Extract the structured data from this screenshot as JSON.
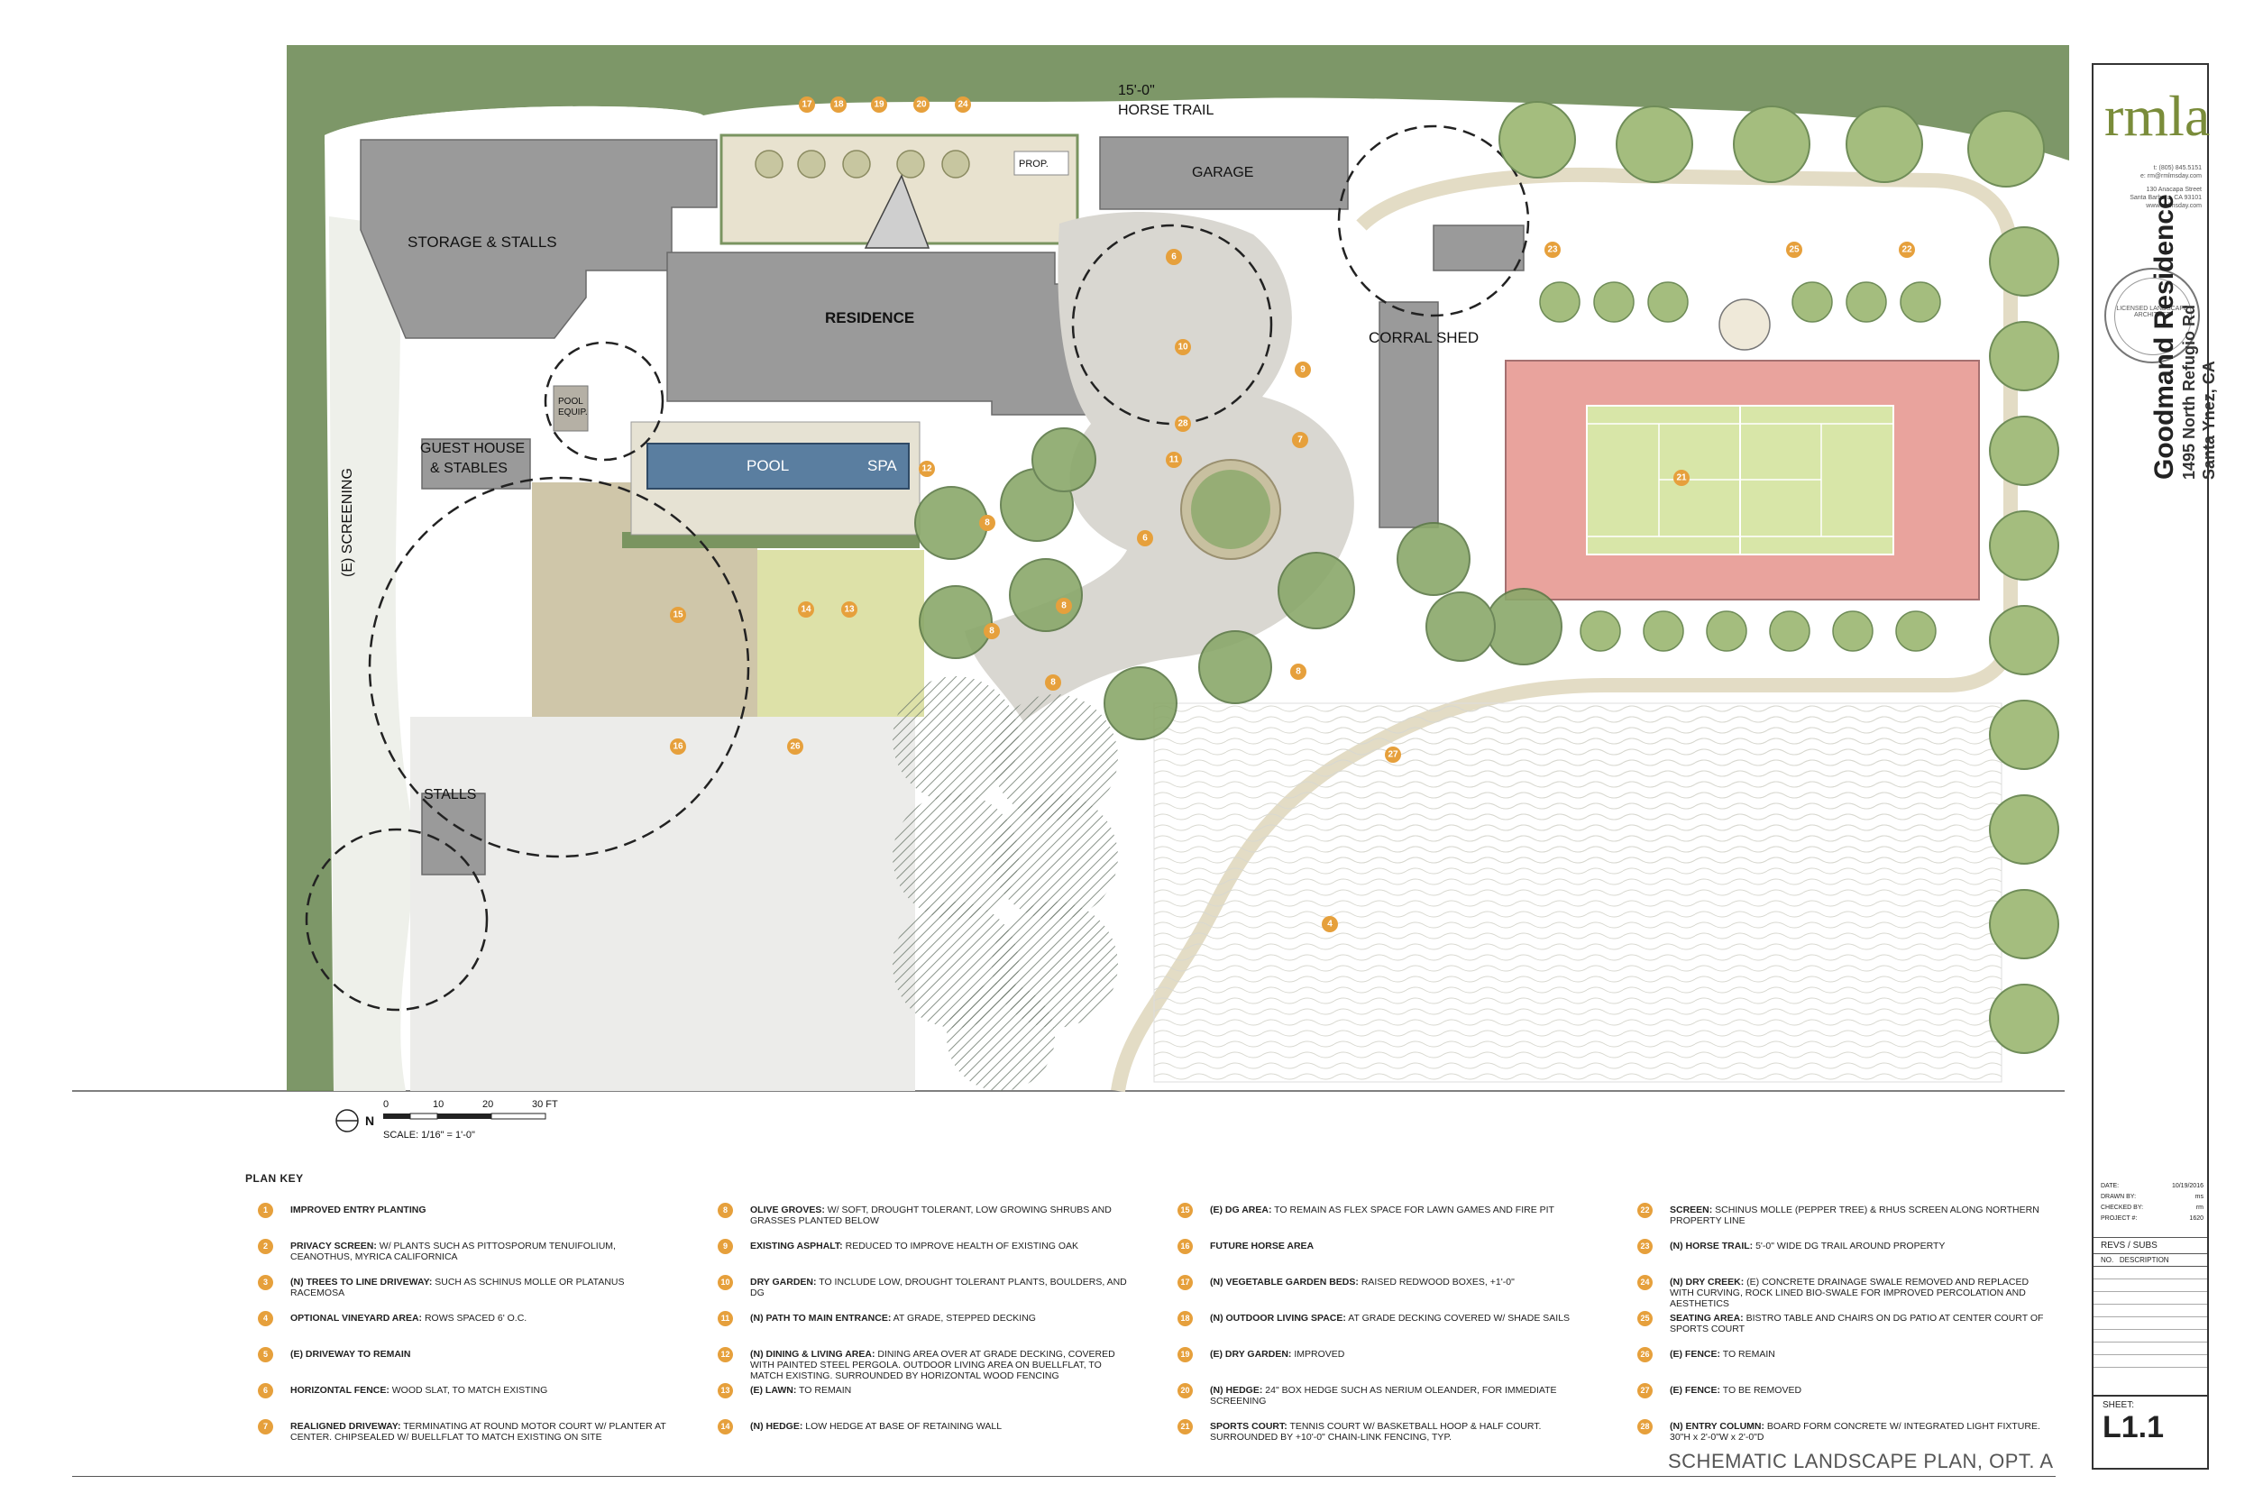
{
  "labels": {
    "horse_trail_dim": "15'-0\"",
    "horse_trail": "HORSE TRAIL",
    "garage": "GARAGE",
    "storage_stalls": "STORAGE & STALLS",
    "residence": "RESIDENCE",
    "corral_shed": "CORRAL SHED",
    "pool_equip_1": "POOL",
    "pool_equip_2": "EQUIP.",
    "guest_house_1": "GUEST HOUSE",
    "guest_house_2": "& STABLES",
    "pool": "POOL",
    "spa": "SPA",
    "prop": "PROP.",
    "screening": "(E) SCREENING",
    "stalls": "STALLS"
  },
  "markers": {
    "top": [
      "17",
      "18",
      "19",
      "20",
      "24"
    ],
    "m6a": "6",
    "m10": "10",
    "m28": "28",
    "m9": "9",
    "m7": "7",
    "m11": "11",
    "m6b": "6",
    "m12": "12",
    "m8a": "8",
    "m8b": "8",
    "m8c": "8",
    "m8d": "8",
    "m15": "15",
    "m14": "14",
    "m13": "13",
    "m16": "16",
    "m26": "26",
    "m8e": "8",
    "m27": "27",
    "m4": "4",
    "m21": "21",
    "m23": "23",
    "m25": "25",
    "m22": "22"
  },
  "scale": {
    "ticks": [
      "0",
      "10",
      "20",
      "30 FT"
    ],
    "text": "SCALE: 1/16\" = 1'-0\"",
    "north": "N"
  },
  "plan_key": {
    "title": "PLAN KEY",
    "col1": [
      {
        "n": "1",
        "title": "IMPROVED ENTRY PLANTING",
        "desc": ""
      },
      {
        "n": "2",
        "title": "PRIVACY SCREEN:",
        "desc": " W/ PLANTS SUCH AS PITTOSPORUM TENUIFOLIUM, CEANOTHUS, MYRICA CALIFORNICA"
      },
      {
        "n": "3",
        "title": "(N) TREES TO LINE DRIVEWAY:",
        "desc": " SUCH AS SCHINUS MOLLE OR PLATANUS RACEMOSA"
      },
      {
        "n": "4",
        "title": "OPTIONAL VINEYARD AREA:",
        "desc": " ROWS SPACED 6' O.C."
      },
      {
        "n": "5",
        "title": "(E) DRIVEWAY TO REMAIN",
        "desc": ""
      },
      {
        "n": "6",
        "title": "HORIZONTAL FENCE:",
        "desc": " WOOD SLAT, TO MATCH EXISTING"
      },
      {
        "n": "7",
        "title": "REALIGNED DRIVEWAY:",
        "desc": " TERMINATING AT ROUND MOTOR COURT W/ PLANTER AT CENTER. CHIPSEALED W/ BUELLFLAT TO MATCH EXISTING ON SITE"
      }
    ],
    "col2": [
      {
        "n": "8",
        "title": "OLIVE GROVES:",
        "desc": " W/ SOFT, DROUGHT TOLERANT, LOW GROWING SHRUBS AND GRASSES PLANTED BELOW"
      },
      {
        "n": "9",
        "title": "EXISTING ASPHALT:",
        "desc": " REDUCED TO IMPROVE HEALTH OF EXISTING OAK"
      },
      {
        "n": "10",
        "title": "DRY GARDEN:",
        "desc": " TO INCLUDE LOW, DROUGHT TOLERANT PLANTS, BOULDERS, AND DG"
      },
      {
        "n": "11",
        "title": "(N) PATH TO MAIN ENTRANCE:",
        "desc": " AT GRADE, STEPPED DECKING"
      },
      {
        "n": "12",
        "title": "(N) DINING & LIVING AREA:",
        "desc": " DINING AREA OVER AT GRADE DECKING, COVERED WITH PAINTED STEEL PERGOLA. OUTDOOR LIVING AREA ON BUELLFLAT, TO MATCH EXISTING. SURROUNDED BY HORIZONTAL WOOD FENCING"
      },
      {
        "n": "13",
        "title": "(E) LAWN:",
        "desc": " TO REMAIN"
      },
      {
        "n": "14",
        "title": "(N) HEDGE:",
        "desc": " LOW HEDGE AT BASE OF RETAINING WALL"
      }
    ],
    "col3": [
      {
        "n": "15",
        "title": "(E) DG AREA:",
        "desc": " TO REMAIN AS FLEX SPACE FOR LAWN GAMES AND FIRE PIT"
      },
      {
        "n": "16",
        "title": "FUTURE HORSE AREA",
        "desc": ""
      },
      {
        "n": "17",
        "title": "(N) VEGETABLE GARDEN BEDS:",
        "desc": " RAISED REDWOOD BOXES, +1'-0\""
      },
      {
        "n": "18",
        "title": "(N) OUTDOOR LIVING SPACE:",
        "desc": " AT GRADE DECKING COVERED W/ SHADE SAILS"
      },
      {
        "n": "19",
        "title": "(E) DRY GARDEN:",
        "desc": " IMPROVED"
      },
      {
        "n": "20",
        "title": "(N) HEDGE:",
        "desc": " 24\" BOX HEDGE SUCH AS NERIUM OLEANDER, FOR IMMEDIATE SCREENING"
      },
      {
        "n": "21",
        "title": "SPORTS COURT:",
        "desc": " TENNIS COURT W/ BASKETBALL HOOP & HALF COURT. SURROUNDED BY +10'-0\" CHAIN-LINK FENCING, TYP."
      }
    ],
    "col4": [
      {
        "n": "22",
        "title": "SCREEN:",
        "desc": " SCHINUS MOLLE (PEPPER TREE) & RHUS SCREEN ALONG NORTHERN PROPERTY LINE"
      },
      {
        "n": "23",
        "title": "(N) HORSE TRAIL:",
        "desc": " 5'-0\" WIDE DG TRAIL AROUND PROPERTY"
      },
      {
        "n": "24",
        "title": "(N) DRY CREEK:",
        "desc": " (E) CONCRETE DRAINAGE SWALE REMOVED AND REPLACED WITH CURVING, ROCK LINED BIO-SWALE FOR IMPROVED PERCOLATION AND AESTHETICS"
      },
      {
        "n": "25",
        "title": "SEATING AREA:",
        "desc": " BISTRO TABLE AND CHAIRS ON DG PATIO AT CENTER COURT OF SPORTS COURT"
      },
      {
        "n": "26",
        "title": "(E) FENCE:",
        "desc": " TO REMAIN"
      },
      {
        "n": "27",
        "title": "(E) FENCE:",
        "desc": " TO BE REMOVED"
      },
      {
        "n": "28",
        "title": "(N) ENTRY COLUMN:",
        "desc": " BOARD FORM CONCRETE W/ INTEGRATED LIGHT FIXTURE. 30\"H x 2'-0\"W x 2'-0\"D"
      }
    ]
  },
  "title_block": {
    "firm_logo": "rmla",
    "firm_phone": "t: (805) 845.5151",
    "firm_email": "e: rm@rmlmsday.com",
    "firm_street": "130 Anacapa Street",
    "firm_city": "Santa Barbara, CA 93101",
    "firm_web": "www.rmlmsday.com",
    "seal_text": "LICENSED LANDSCAPE ARCHITECT",
    "project_name": "Goodmand Residence",
    "project_address": "1495 North Refugio Rd",
    "project_city": "Santa Ynez, CA",
    "meta": [
      {
        "k": "DATE:",
        "v": "10/19/2016"
      },
      {
        "k": "DRAWN BY:",
        "v": "ms"
      },
      {
        "k": "CHECKED BY:",
        "v": "rm"
      },
      {
        "k": "PROJECT #:",
        "v": "1620"
      }
    ],
    "revs_title": "REVS / SUBS",
    "revs_no": "NO.",
    "revs_desc": "DESCRIPTION",
    "sheet_label": "SHEET:",
    "sheet_number": "L1.1"
  },
  "drawing_title": "SCHEMATIC LANDSCAPE PLAN, OPT. A",
  "colors": {
    "screen_green": "#6f8c58",
    "building_gray": "#9a9a9a",
    "court_red": "#e9a39d",
    "court_green": "#d8e6a8",
    "tree_green": "#8aa86a",
    "marker_orange": "#e6a03c",
    "pool_blue": "#5a7ea0"
  }
}
